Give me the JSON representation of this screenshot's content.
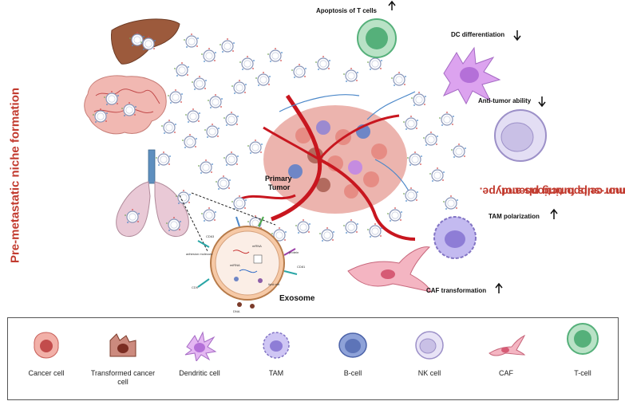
{
  "left_title": "Pre-metastatic niche formation",
  "right_title_line1": "Inhibition of immun cells functions and",
  "right_title_line2": "transformation of tumor-supporting phenotype.",
  "tumor_label_line1": "Primary",
  "tumor_label_line2": "Tumor",
  "exosome_label": "Exosome",
  "effects": [
    {
      "label": "Apoptosis of T cells",
      "direction": "up"
    },
    {
      "label": "DC differentiation",
      "direction": "down"
    },
    {
      "label": "Anti-tumor ability",
      "direction": "down"
    },
    {
      "label": "TAM polarization",
      "direction": "up"
    },
    {
      "label": "CAF transformation",
      "direction": "up"
    }
  ],
  "exosome_parts": [
    "CD63",
    "adhesion molecule",
    "CD9",
    "CD81",
    "lipid raft",
    "mRNA",
    "miRNA",
    "DNA",
    "protein"
  ],
  "legend": [
    {
      "label": "Cancer cell",
      "color": "#e8857a"
    },
    {
      "label": "Transformed cancer cell",
      "color": "#b26a5e"
    },
    {
      "label": "Dendritic cell",
      "color": "#c58ce0"
    },
    {
      "label": "TAM",
      "color": "#a99ad8"
    },
    {
      "label": "B-cell",
      "color": "#6f86c6"
    },
    {
      "label": "NK cell",
      "color": "#c9c0e6"
    },
    {
      "label": "CAF",
      "color": "#f0a3b4"
    },
    {
      "label": "T-cell",
      "color": "#55b07a"
    }
  ],
  "colors": {
    "title_red": "#c23b2f",
    "vessel_red": "#c8161f"
  }
}
